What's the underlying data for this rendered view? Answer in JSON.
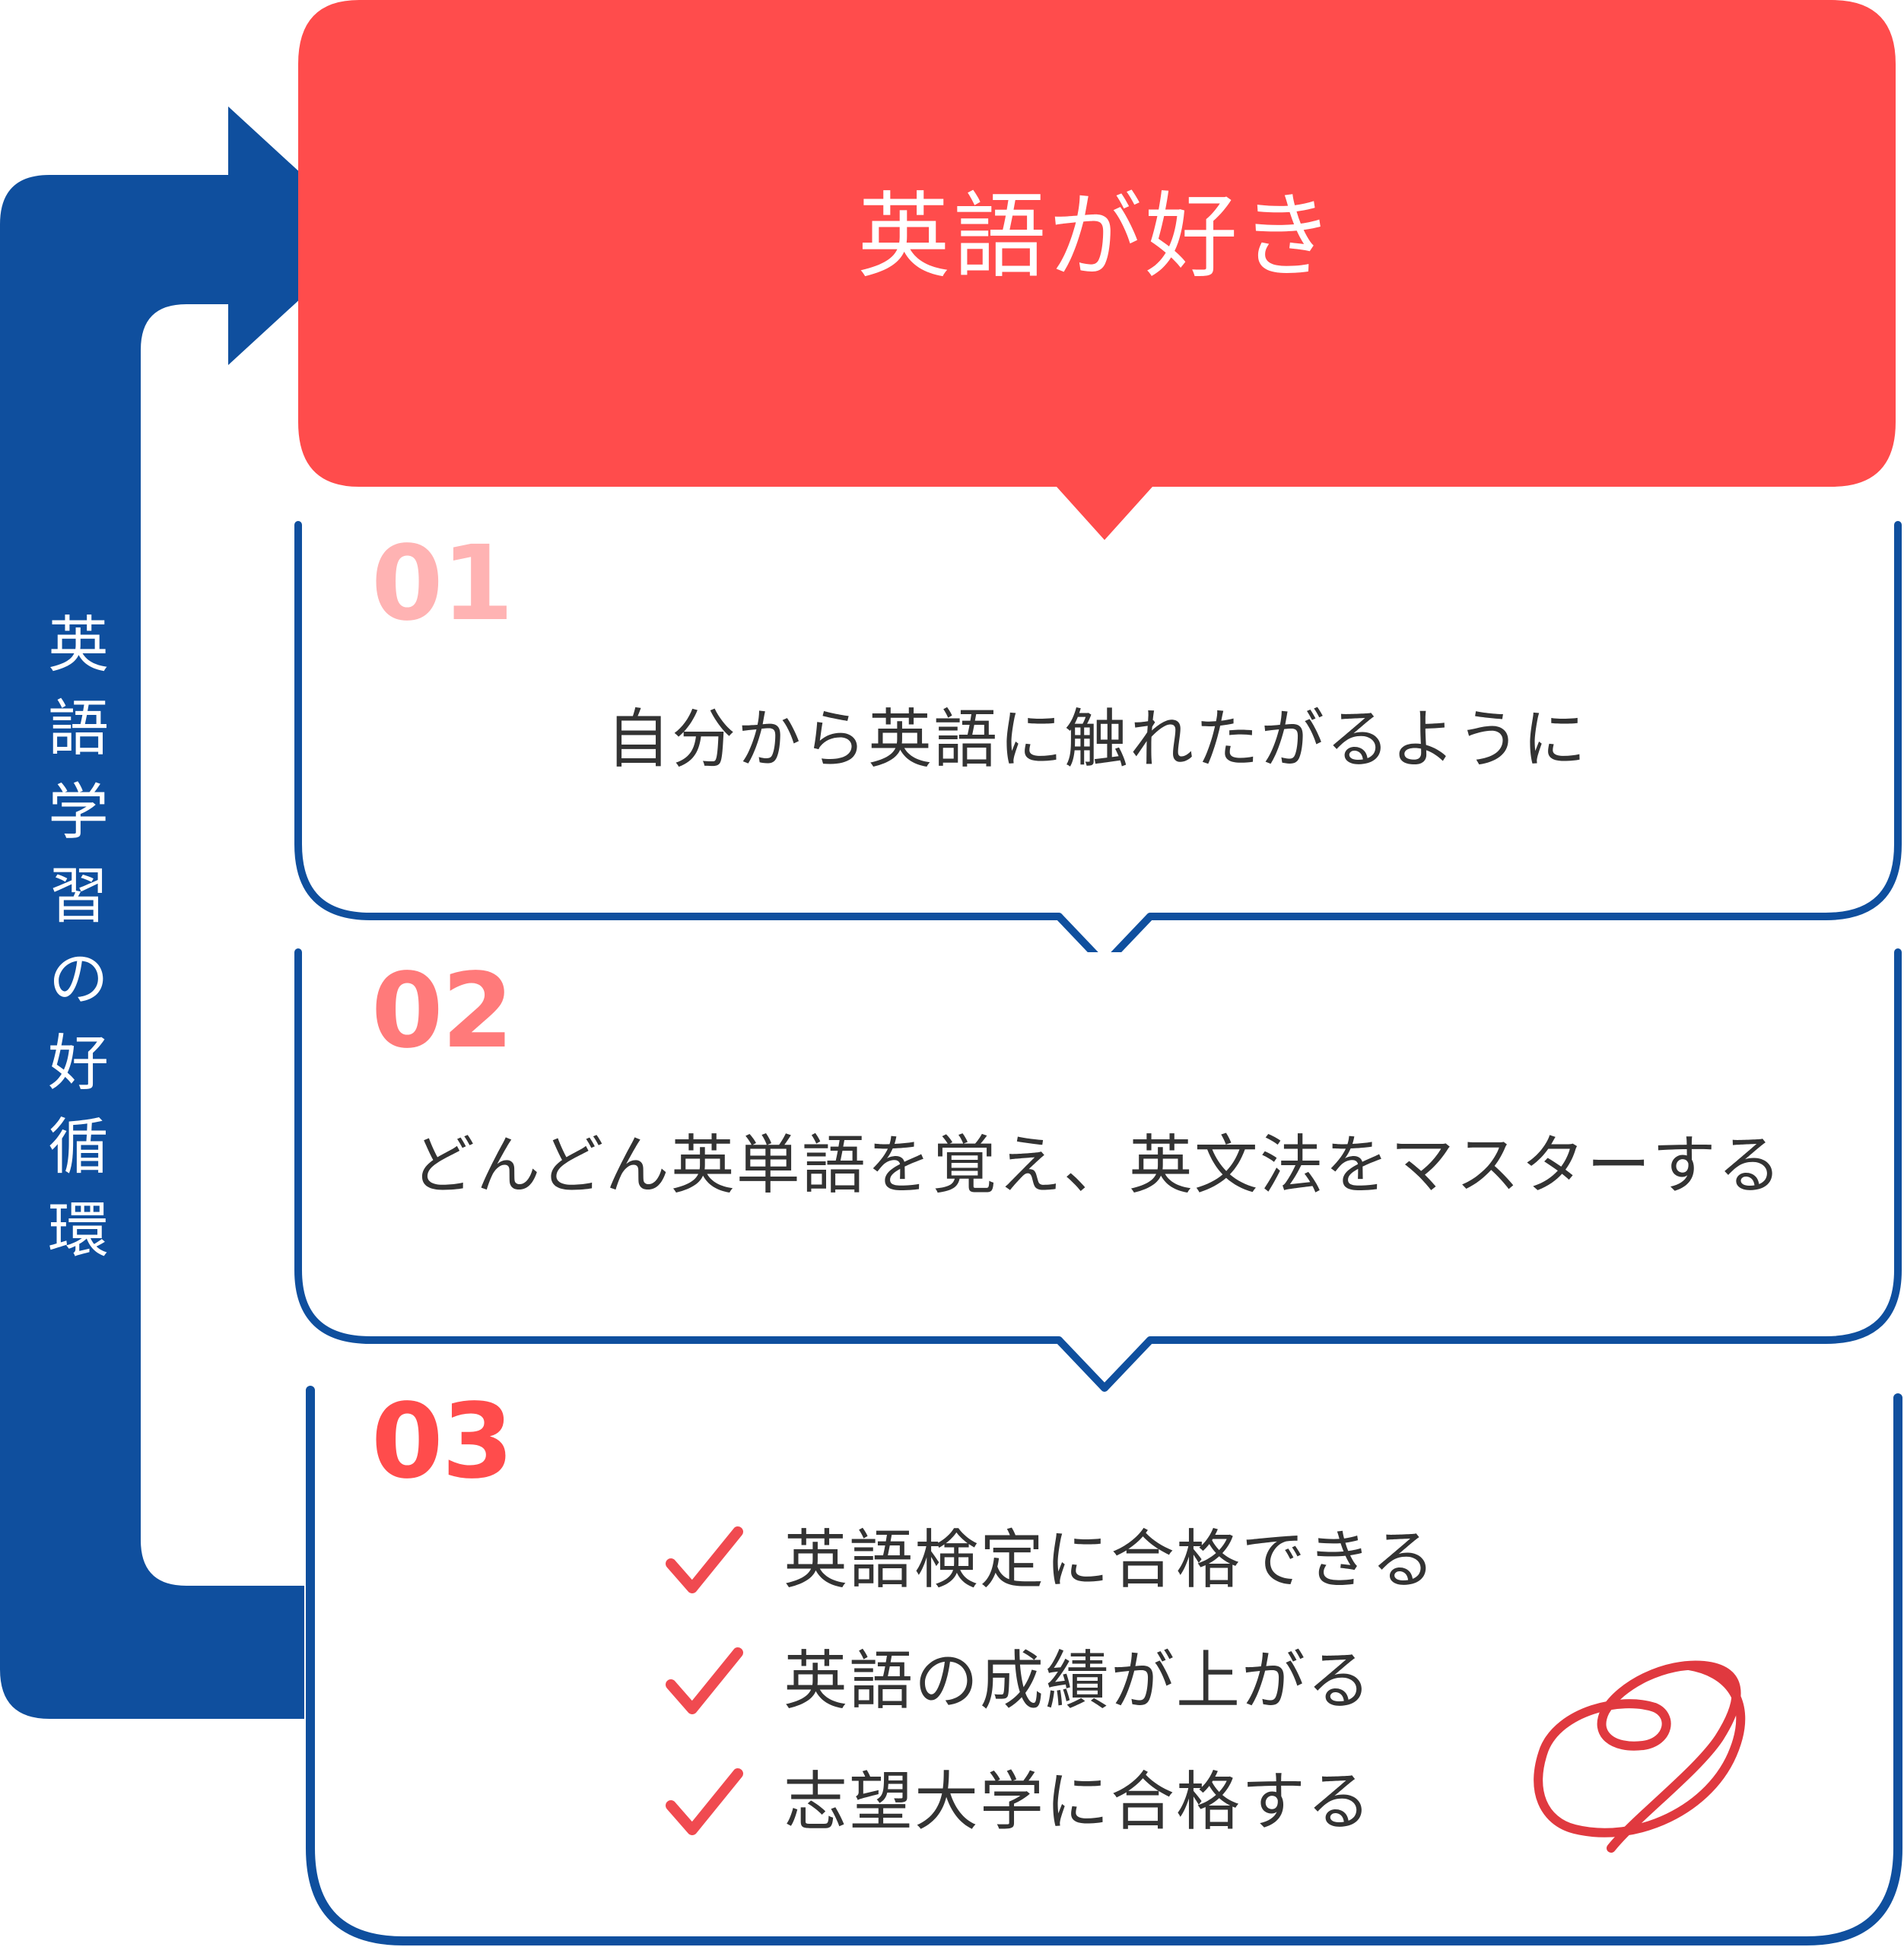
{
  "colors": {
    "primary_red": "#FF4C4C",
    "navy": "#0F4F9E",
    "light_pink": "#FFB3B3",
    "mid_pink": "#FF7A7A",
    "text_gray": "#333333",
    "check_red": "#F04A50",
    "stamp_red": "#E0393F"
  },
  "header": {
    "title": "英語が好き"
  },
  "cycle": {
    "label": "英語学習の好循環"
  },
  "steps": [
    {
      "number": "01",
      "text": "自分から英語に触れたがるように"
    },
    {
      "number": "02",
      "text": "どんどん英単語を覚え、英文法をマスターする"
    },
    {
      "number": "03",
      "items": [
        "英語検定に合格できる",
        "英語の成績が上がる",
        "志望大学に合格する"
      ]
    }
  ],
  "icons": {
    "check": "check-icon",
    "stamp": "hanamaru-icon"
  }
}
